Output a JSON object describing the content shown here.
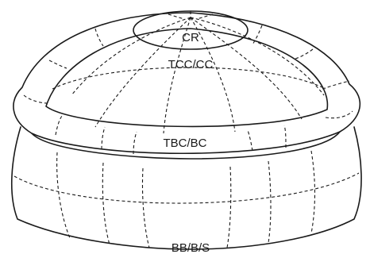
{
  "labels": {
    "top": "CR",
    "upper": "TCC/CC",
    "ring": "TBC/BC",
    "bottom": "BB/B/S"
  }
}
